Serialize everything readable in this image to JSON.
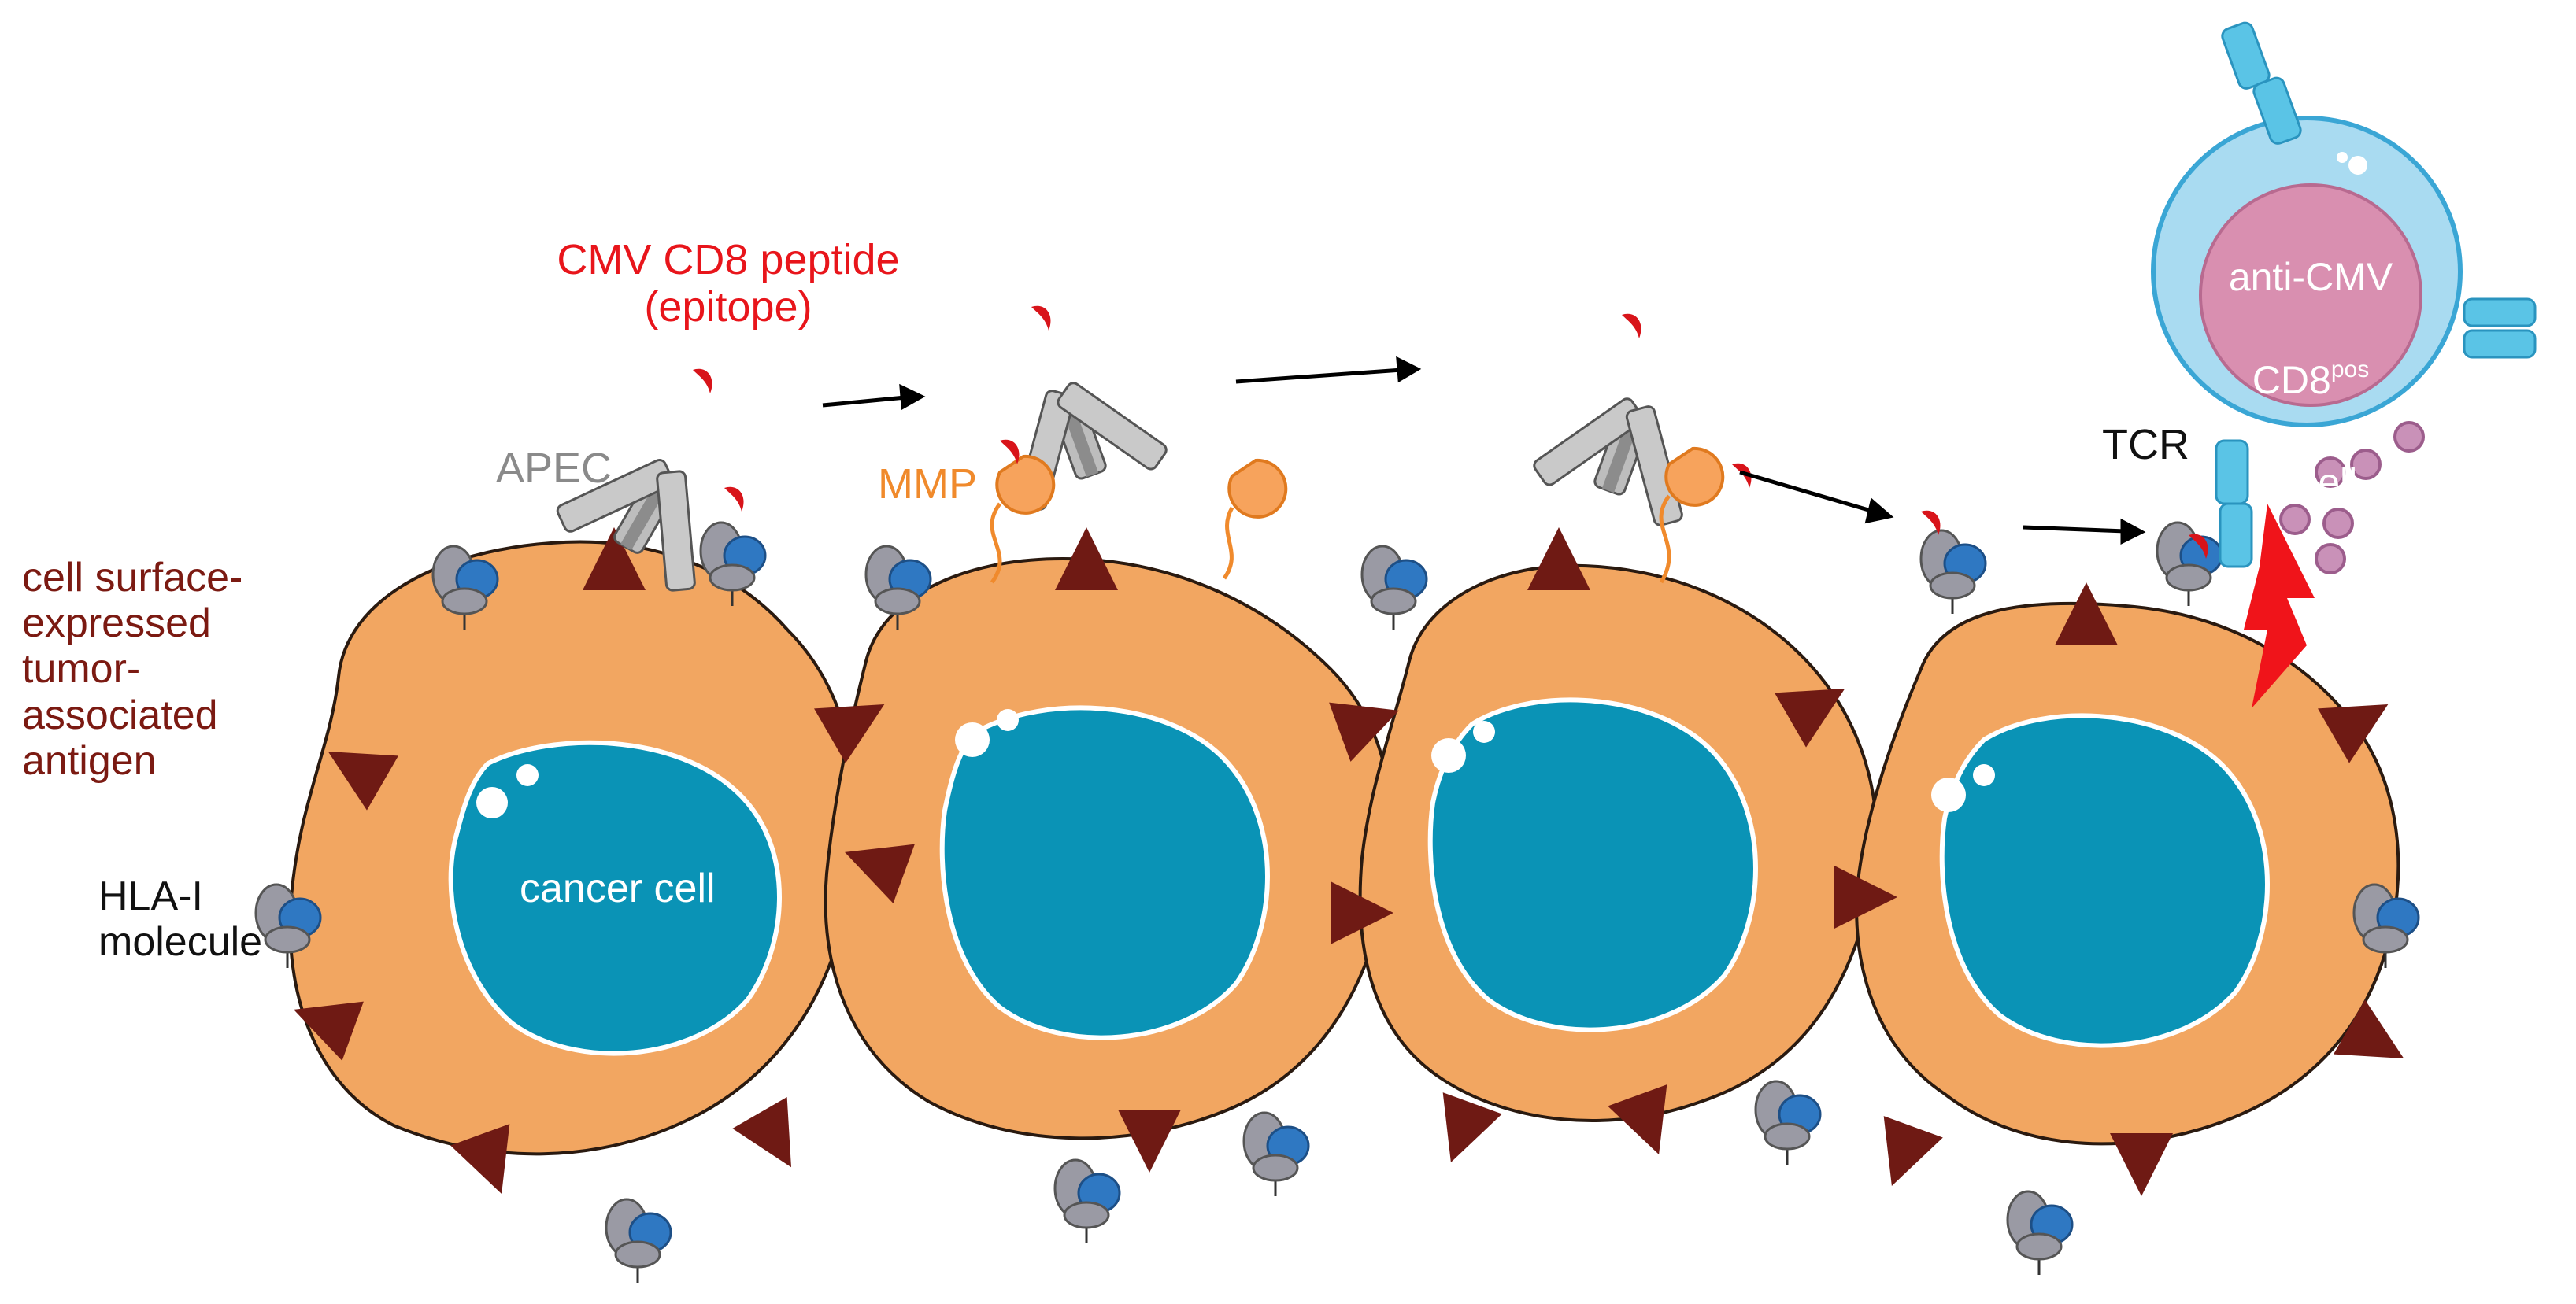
{
  "colors": {
    "cell_body": "#f2a661",
    "cell_outline": "#2a1a10",
    "nucleus": "#0a93b6",
    "spike": "#6f1a14",
    "hla_gray": "#9a9aa4",
    "hla_blue": "#2f78c2",
    "antibody": "#9b9b9b",
    "mmp": "#f7a35c",
    "peptide": "#d8141a",
    "tcell_outer": "#a9dbf1",
    "tcell_inner": "#d98fb0",
    "granule": "#c991b8",
    "lightning": "#f0141a"
  },
  "labels": {
    "epitope": "CMV CD8 peptide\n(epitope)",
    "apec": "APEC",
    "mmp": "MMP",
    "tumor_antigen": "cell surface-\nexpressed\ntumor-\nassociated\nantigen",
    "hla": "HLA-I\nmolecule",
    "cancer_cell": "cancer cell",
    "tcr": "TCR",
    "tcell_line1": "anti-CMV",
    "tcell_cd8": "CD8",
    "tcell_pos": "pos",
    "tcell_line3": "T cell"
  }
}
